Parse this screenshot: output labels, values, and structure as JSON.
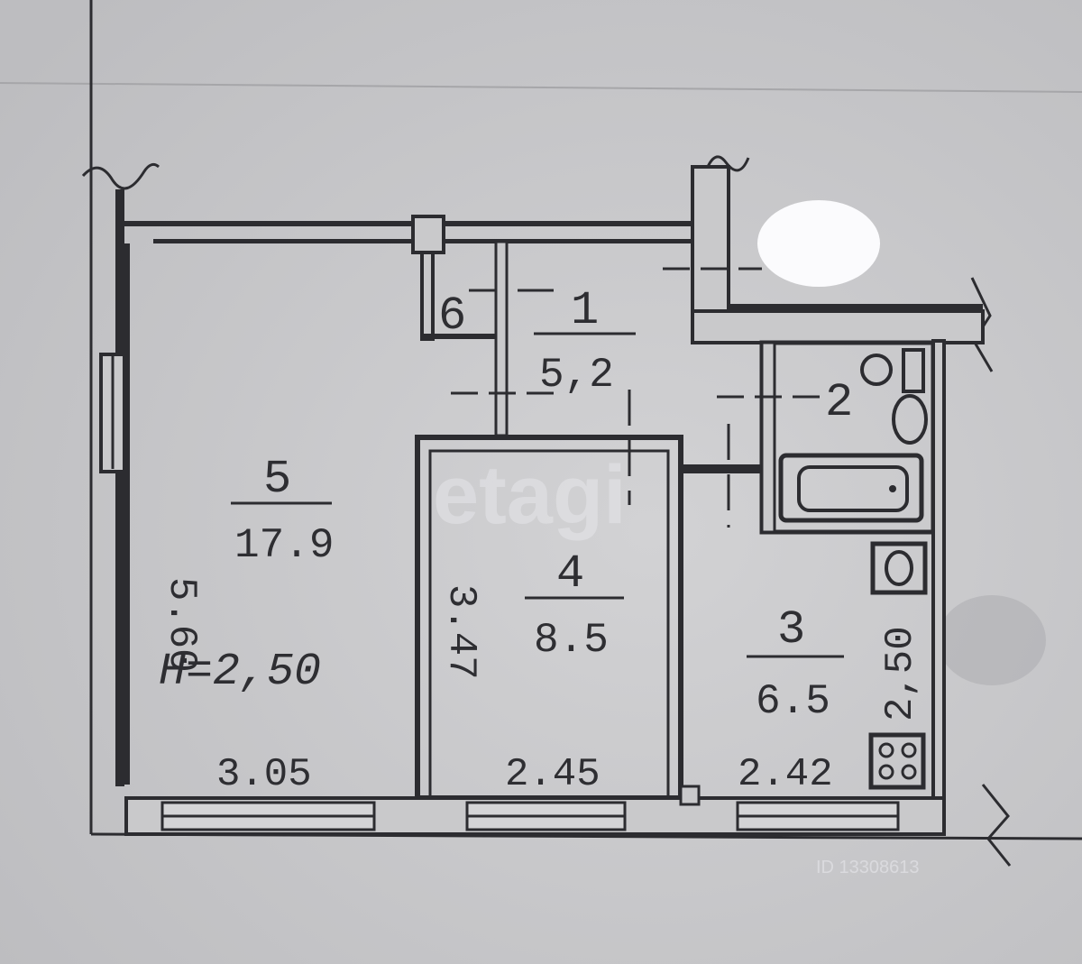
{
  "rooms": [
    {
      "id": "1",
      "number": "1",
      "area": "5,2"
    },
    {
      "id": "2",
      "number": "2"
    },
    {
      "id": "3",
      "number": "3",
      "area": "6.5"
    },
    {
      "id": "4",
      "number": "4",
      "area": "8.5"
    },
    {
      "id": "5",
      "number": "5",
      "area": "17.9"
    },
    {
      "id": "6",
      "number": "6"
    }
  ],
  "ceiling_height": "H=2,50",
  "dimensions": {
    "room5_width": "3.05",
    "room4_width": "2.45",
    "room3_width": "2.42",
    "room5_depth": "5.60",
    "room4_depth": "3.47",
    "room3_depth": "2,50"
  },
  "watermark": {
    "text": "etagi",
    "id_text": "ID 13308613"
  },
  "colors": {
    "paper": "#c9c9cb",
    "ink": "#2c2c30"
  }
}
